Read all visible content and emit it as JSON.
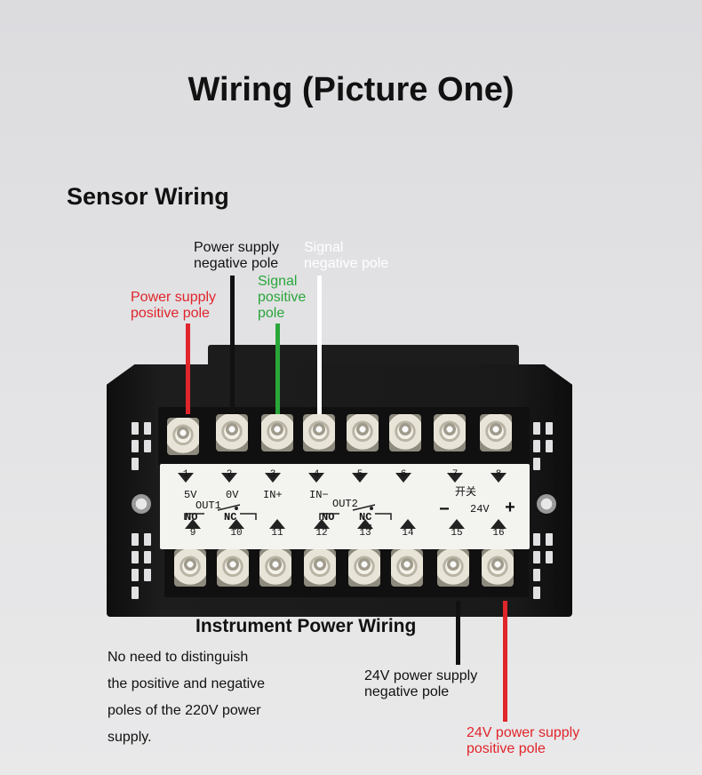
{
  "title": "Wiring (Picture One)",
  "sensor_heading": "Sensor Wiring",
  "labels": {
    "power_positive": "Power supply\npositive pole",
    "power_negative": "Power supply\nnegative pole",
    "signal_positive": "Signal\npositive\npole",
    "signal_negative": "Signal\nnegative pole"
  },
  "instrument_heading": "Instrument Power Wiring",
  "note": "No need to distinguish\nthe positive and negative\npoles of the 220V power\nsupply.",
  "supply_negative": "24V power supply\nnegative pole",
  "supply_positive": "24V power supply\npositive pole",
  "panel": {
    "top_numbers": [
      "1",
      "2",
      "3",
      "4",
      "5",
      "6",
      "7",
      "8"
    ],
    "top_marks": [
      "5V",
      "0V",
      "IN+",
      "IN−"
    ],
    "switch": "开关",
    "out1": "OUT1",
    "out2": "OUT2",
    "no": "NO",
    "nc": "NC",
    "minus": "−",
    "voltage": "24V",
    "plus": "+",
    "bottom_numbers": [
      "9",
      "10",
      "11",
      "12",
      "13",
      "14",
      "15",
      "16"
    ]
  },
  "colors": {
    "red": "#e0252b",
    "green": "#2aa63a",
    "black": "#111111",
    "white": "#ffffff"
  }
}
